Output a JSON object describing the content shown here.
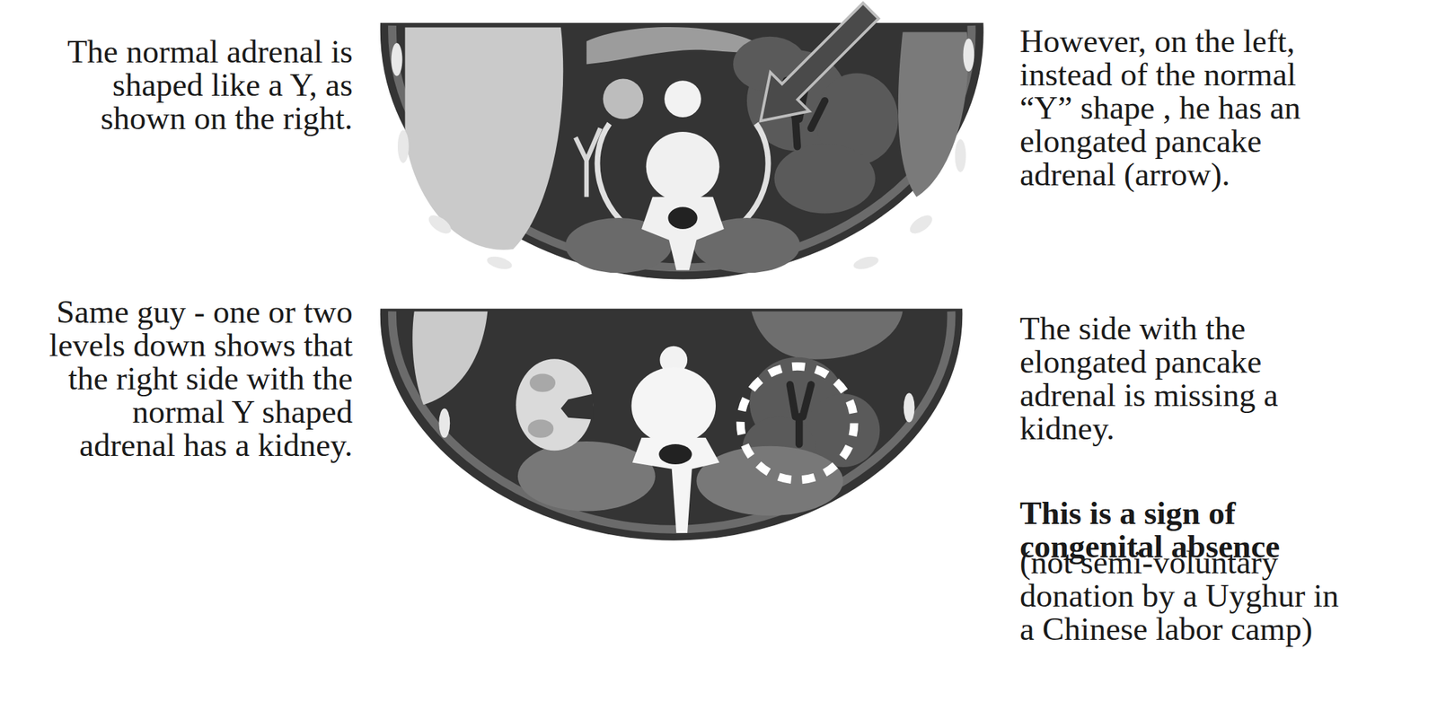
{
  "diagram": {
    "labels": [
      "The normal adrenal is shaped like a Y, as shown on the right.",
      "However, on the left, instead of the normal “Y” shape , he has an elongated pancake adrenal (arrow).",
      "Same guy - one or two levels down shows that the right side with the normal Y shaped adrenal has a kidney.",
      "The side with the elongated pancake adrenal is missing a kidney.",
      "This is a sign of congenital absence",
      "(not semi-voluntary donation by a Uyghur in a Chinese labor camp)"
    ]
  }
}
